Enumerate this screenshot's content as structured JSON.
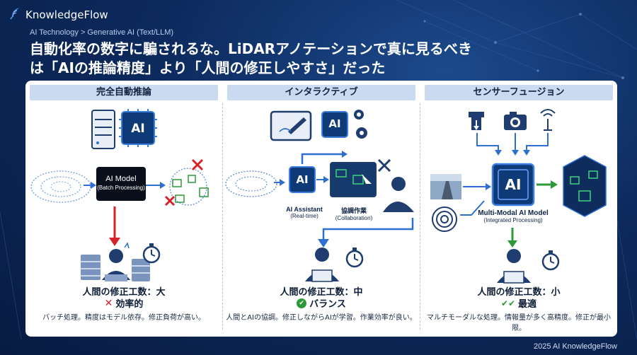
{
  "brand": {
    "name": "KnowledgeFlow",
    "icon": "feather-icon"
  },
  "breadcrumb": "AI Technology > Generative AI (Text/LLM)",
  "headline": {
    "line1": "自動化率の数字に騙されるな。LiDARアノテーションで真に見るべき",
    "line2": "は「AIの推論精度」より「人間の修正しやすさ」だった"
  },
  "columns": [
    {
      "header": "完全自動推論",
      "model_title": "AI Model",
      "model_sub": "(Batch Processing)",
      "ai_chip": "AI",
      "result_title": "人間の修正工数：大",
      "result_mark": "✕",
      "result_status": "効率的",
      "result_desc": "バッチ処理。精度はモデル依存。修正負荷が高い。"
    },
    {
      "header": "インタラクティブ",
      "ai_chip": "AI",
      "assistant_title": "AI Assistant",
      "assistant_sub": "(Real-time)",
      "collab_title": "協調作業",
      "collab_sub": "(Collaboration)",
      "result_title": "人間の修正工数：中",
      "result_mark": "✔",
      "result_status": "バランス",
      "result_desc": "人間とAIの協調。修正しながらAIが学習。作業効率が良い。"
    },
    {
      "header": "センサーフュージョン",
      "ai_chip": "AI",
      "model_title": "Multi-Modal AI Model",
      "model_sub": "(Integrated Processing)",
      "result_title": "人間の修正工数：小",
      "result_mark": "✔✔",
      "result_status": "最適",
      "result_desc": "マルチモーダルな処理。情報量が多く高精度。修正が最小限。"
    }
  ],
  "footer": "2025 AI KnowledgeFlow",
  "colors": {
    "accent": "#2f6fd1",
    "bad": "#d6232a",
    "good": "#2c9a3a",
    "dark": "#0b2350"
  }
}
